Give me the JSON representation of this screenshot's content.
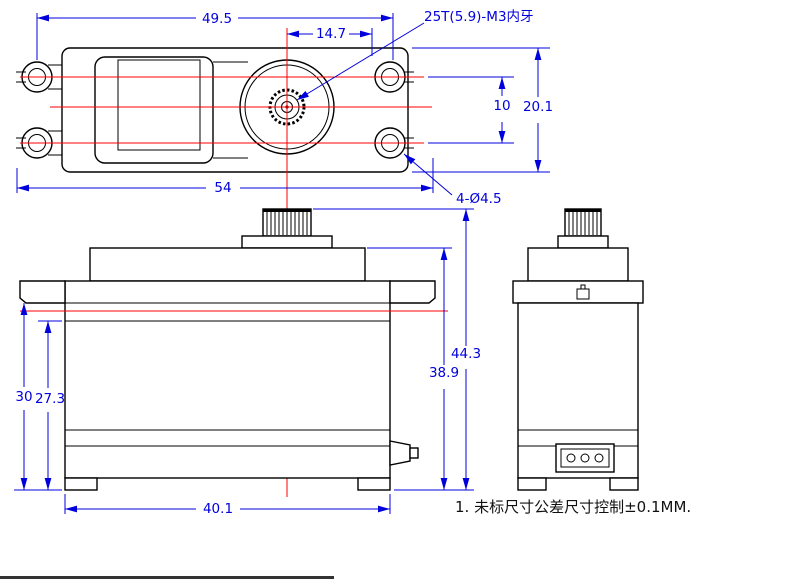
{
  "colors": {
    "dimension": "#0000dd",
    "centerline": "#ff0000",
    "outline": "#000000",
    "bg": "#ffffff"
  },
  "top_view": {
    "dim_hole_span": "49.5",
    "dim_shaft_to_edge": "14.7",
    "spline_label": "25T(5.9)-M3内牙",
    "dim_hole_rows": "10",
    "dim_body_width": "20.1",
    "dim_overall_width": "54",
    "holes_label": "4-Ø4.5"
  },
  "front_view": {
    "dim_body_length": "40.1",
    "dim_flange_to_bottom": "30",
    "dim_upper_to_bottom": "27.3",
    "dim_total_height": "44.3",
    "dim_case_height": "38.9"
  },
  "note": {
    "text": "1. 未标尺寸公差尺寸控制±0.1MM."
  }
}
